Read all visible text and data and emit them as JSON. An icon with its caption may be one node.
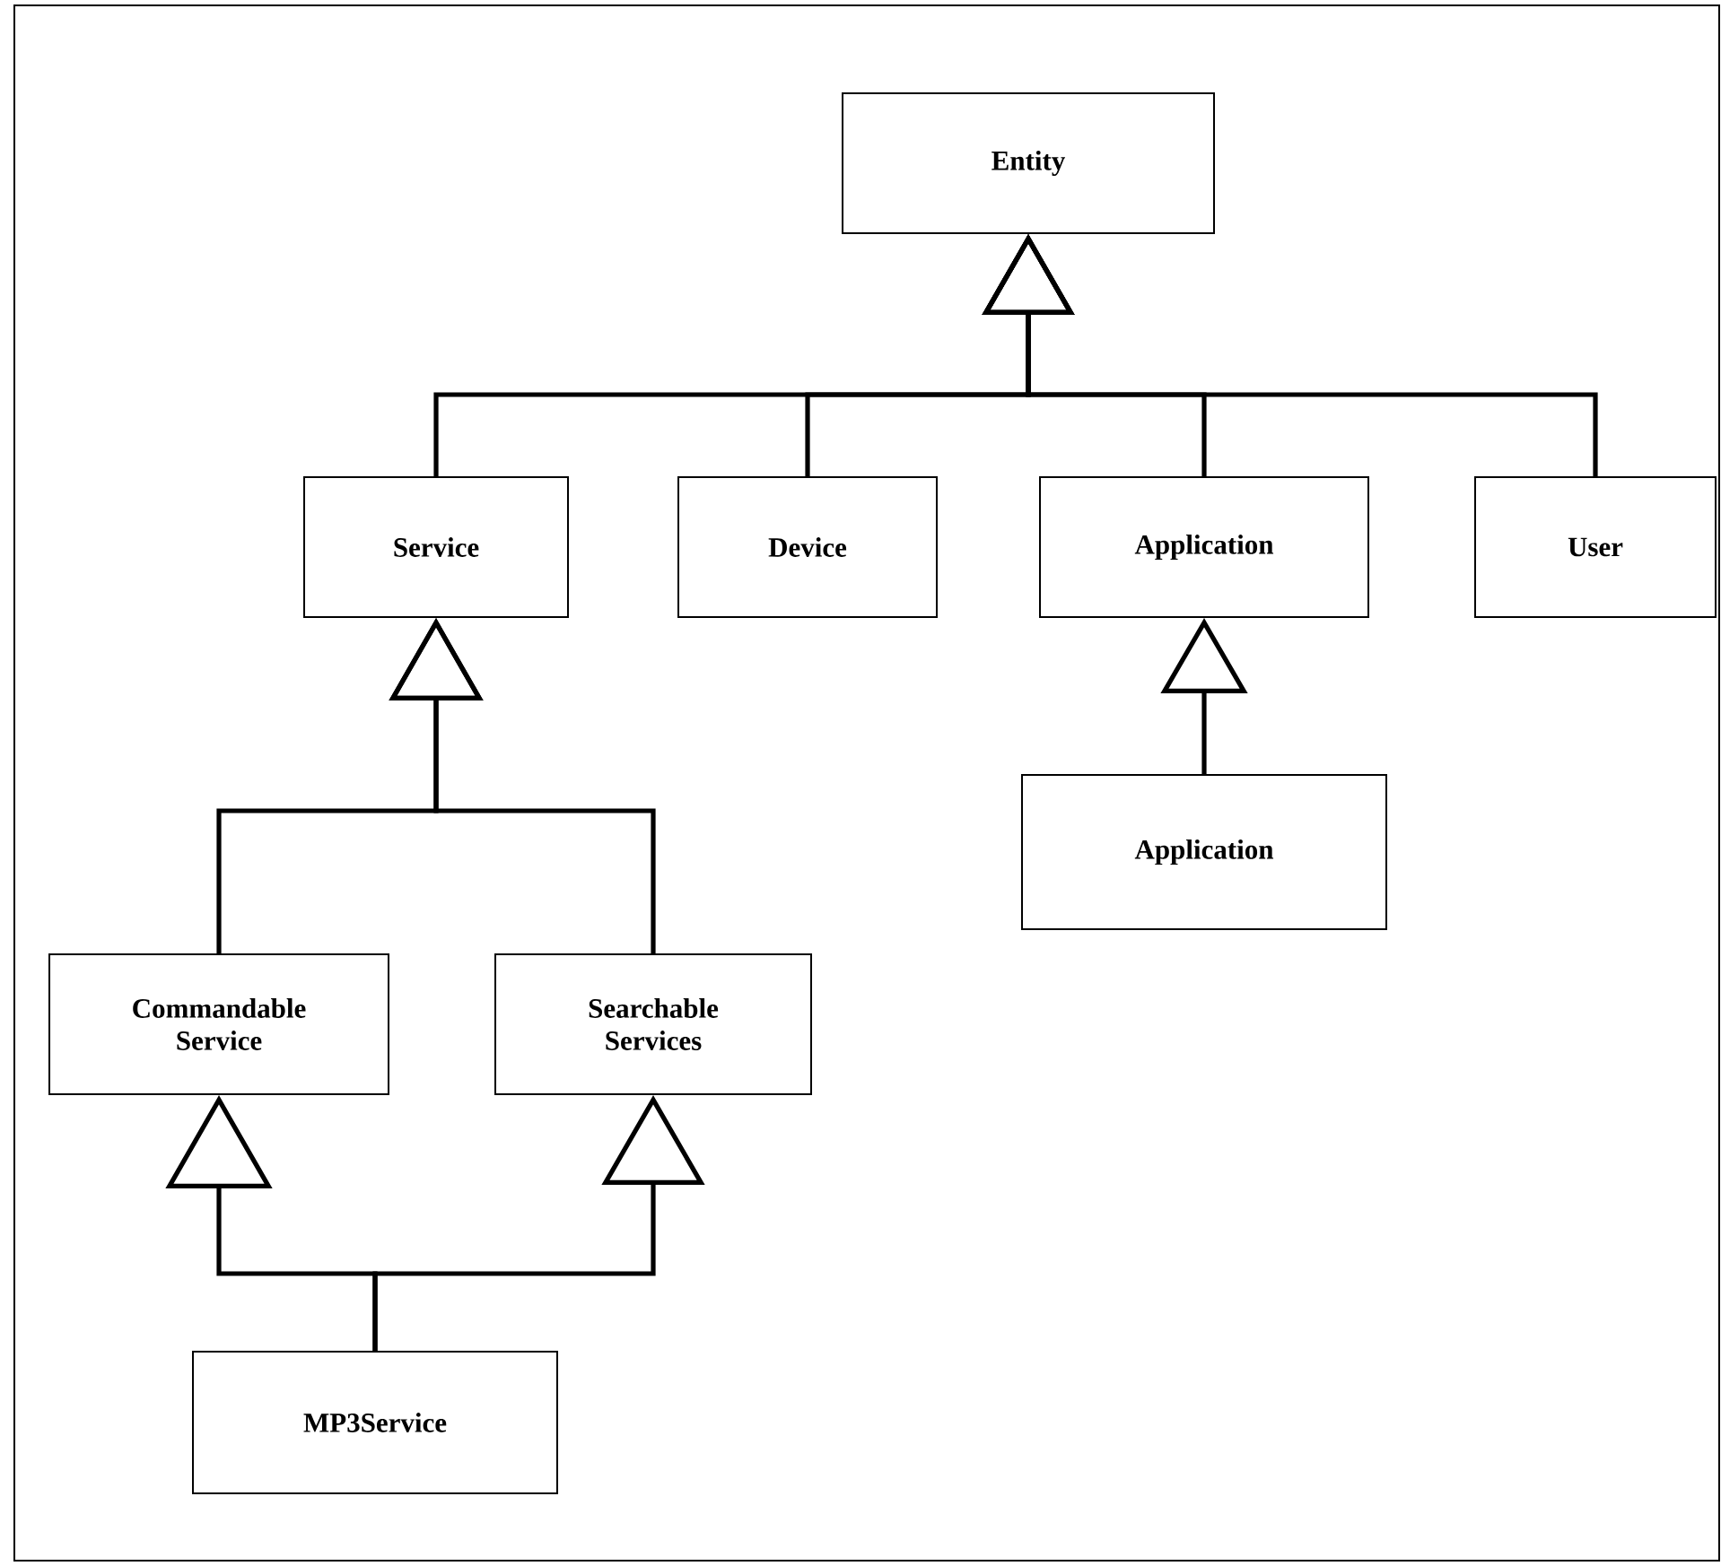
{
  "diagram": {
    "nodes": [
      {
        "text": [
          "Entity"
        ]
      },
      {
        "text": [
          "Service"
        ]
      },
      {
        "text": [
          "Device"
        ]
      },
      {
        "text": [
          "Application"
        ]
      },
      {
        "text": [
          "User"
        ]
      },
      {
        "text": [
          "Application"
        ]
      },
      {
        "text": [
          "Commandable Service"
        ]
      },
      {
        "text": [
          "Searchable Services"
        ]
      },
      {
        "text": [
          "MP3Service"
        ]
      }
    ],
    "edges": [
      {
        "from": 1,
        "to": 0,
        "arrow": "to"
      },
      {
        "from": 2,
        "to": 0,
        "arrow": "to"
      },
      {
        "from": 3,
        "to": 0,
        "arrow": "to"
      },
      {
        "from": 4,
        "to": 0,
        "arrow": "to"
      },
      {
        "from": 5,
        "to": 3,
        "arrow": "to"
      },
      {
        "from": 6,
        "to": 1,
        "arrow": "to"
      },
      {
        "from": 7,
        "to": 1,
        "arrow": "to"
      },
      {
        "from": 8,
        "to": 6,
        "arrow": "to"
      },
      {
        "from": 8,
        "to": 7,
        "arrow": "to"
      }
    ]
  }
}
